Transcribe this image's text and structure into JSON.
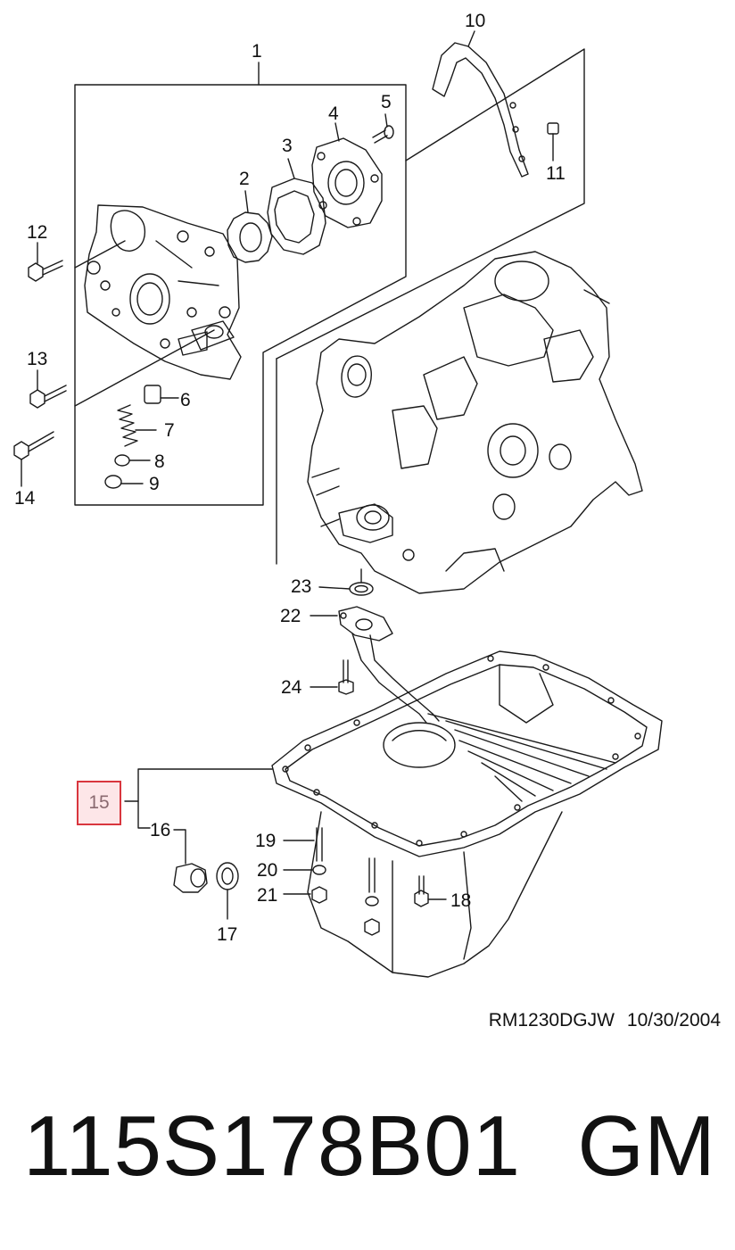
{
  "callouts": {
    "c1": "1",
    "c2": "2",
    "c3": "3",
    "c4": "4",
    "c5": "5",
    "c6": "6",
    "c7": "7",
    "c8": "8",
    "c9": "9",
    "c10": "10",
    "c11": "11",
    "c12": "12",
    "c13": "13",
    "c14": "14",
    "c15": "15",
    "c16": "16",
    "c17": "17",
    "c18": "18",
    "c19": "19",
    "c20": "20",
    "c21": "21",
    "c22": "22",
    "c23": "23",
    "c24": "24"
  },
  "highlight": {
    "part": "15",
    "border_color": "#d9363e",
    "fill_color": "#fde6e8"
  },
  "reference": {
    "drawing_code": "RM1230DGJW",
    "date": "10/30/2004"
  },
  "part_number": "115S178B01",
  "brand": "GM"
}
